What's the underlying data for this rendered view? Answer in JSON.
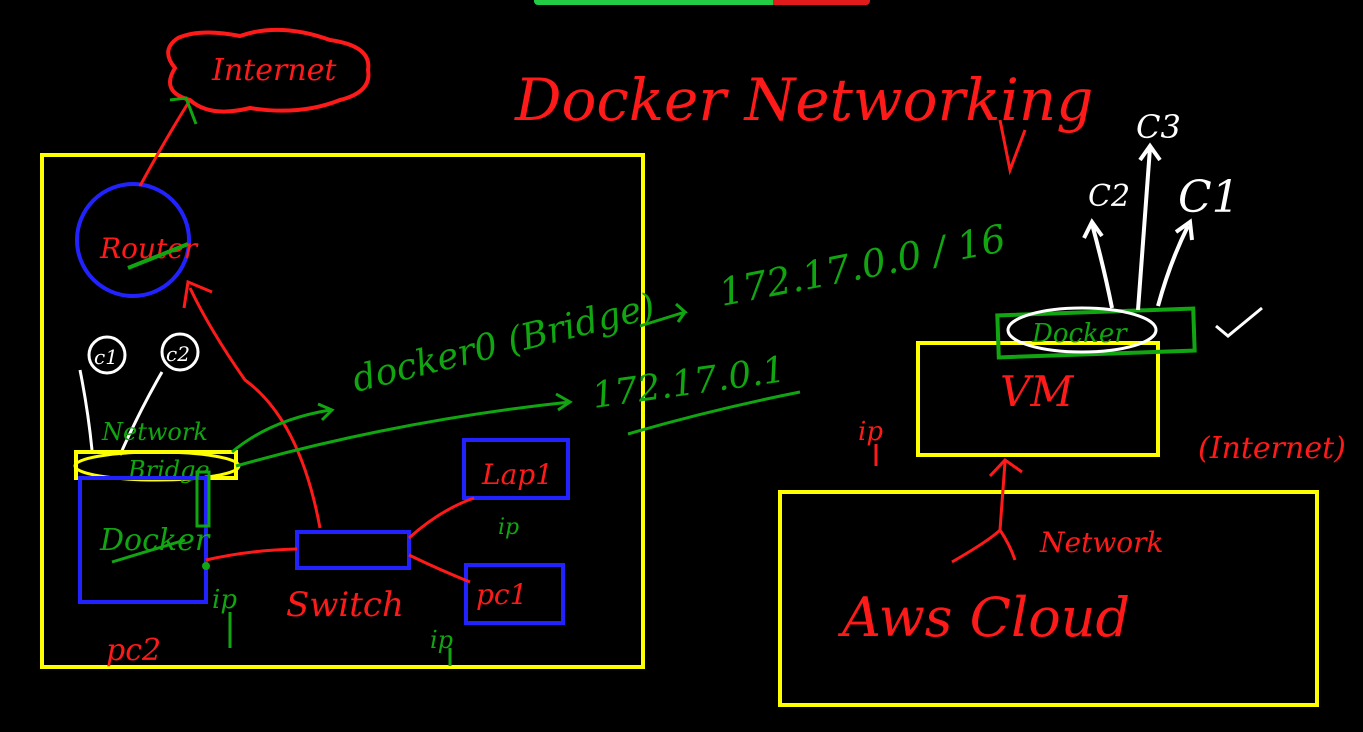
{
  "title": "Docker Networking",
  "labels": {
    "internet": "Internet",
    "router": "Router",
    "c1_left": "c1",
    "c2_left": "c2",
    "network_bridge_line1": "Network",
    "network_bridge_line2": "Bridge",
    "docker_host": "Docker",
    "pc2": "pc2",
    "ip_left": "ip",
    "switch": "Switch",
    "lap1": "Lap1",
    "ip_lap": "ip",
    "pc1": "pc1",
    "ip_pc1": "ip",
    "docker0": "docker0 (Bridge)",
    "subnet": "172.17.0.0 / 16",
    "gateway_ip": "172.17.0.1",
    "c3": "C3",
    "c2_right": "C2",
    "c1_right": "C1",
    "docker_vm": "Docker",
    "vm": "VM",
    "ip_vm": "ip",
    "internet_right": "(Internet)",
    "network": "Network",
    "aws_cloud": "Aws Cloud"
  },
  "progress": {
    "fraction": 0.71
  },
  "colors": {
    "background": "#000000",
    "frame": "#ffff00",
    "device": "#2222ff",
    "red_ink": "#ff1a1a",
    "green_ink": "#11a611",
    "white_ink": "#ffffff",
    "progress_fill": "#22cc44",
    "progress_rest": "#e11b1b"
  }
}
